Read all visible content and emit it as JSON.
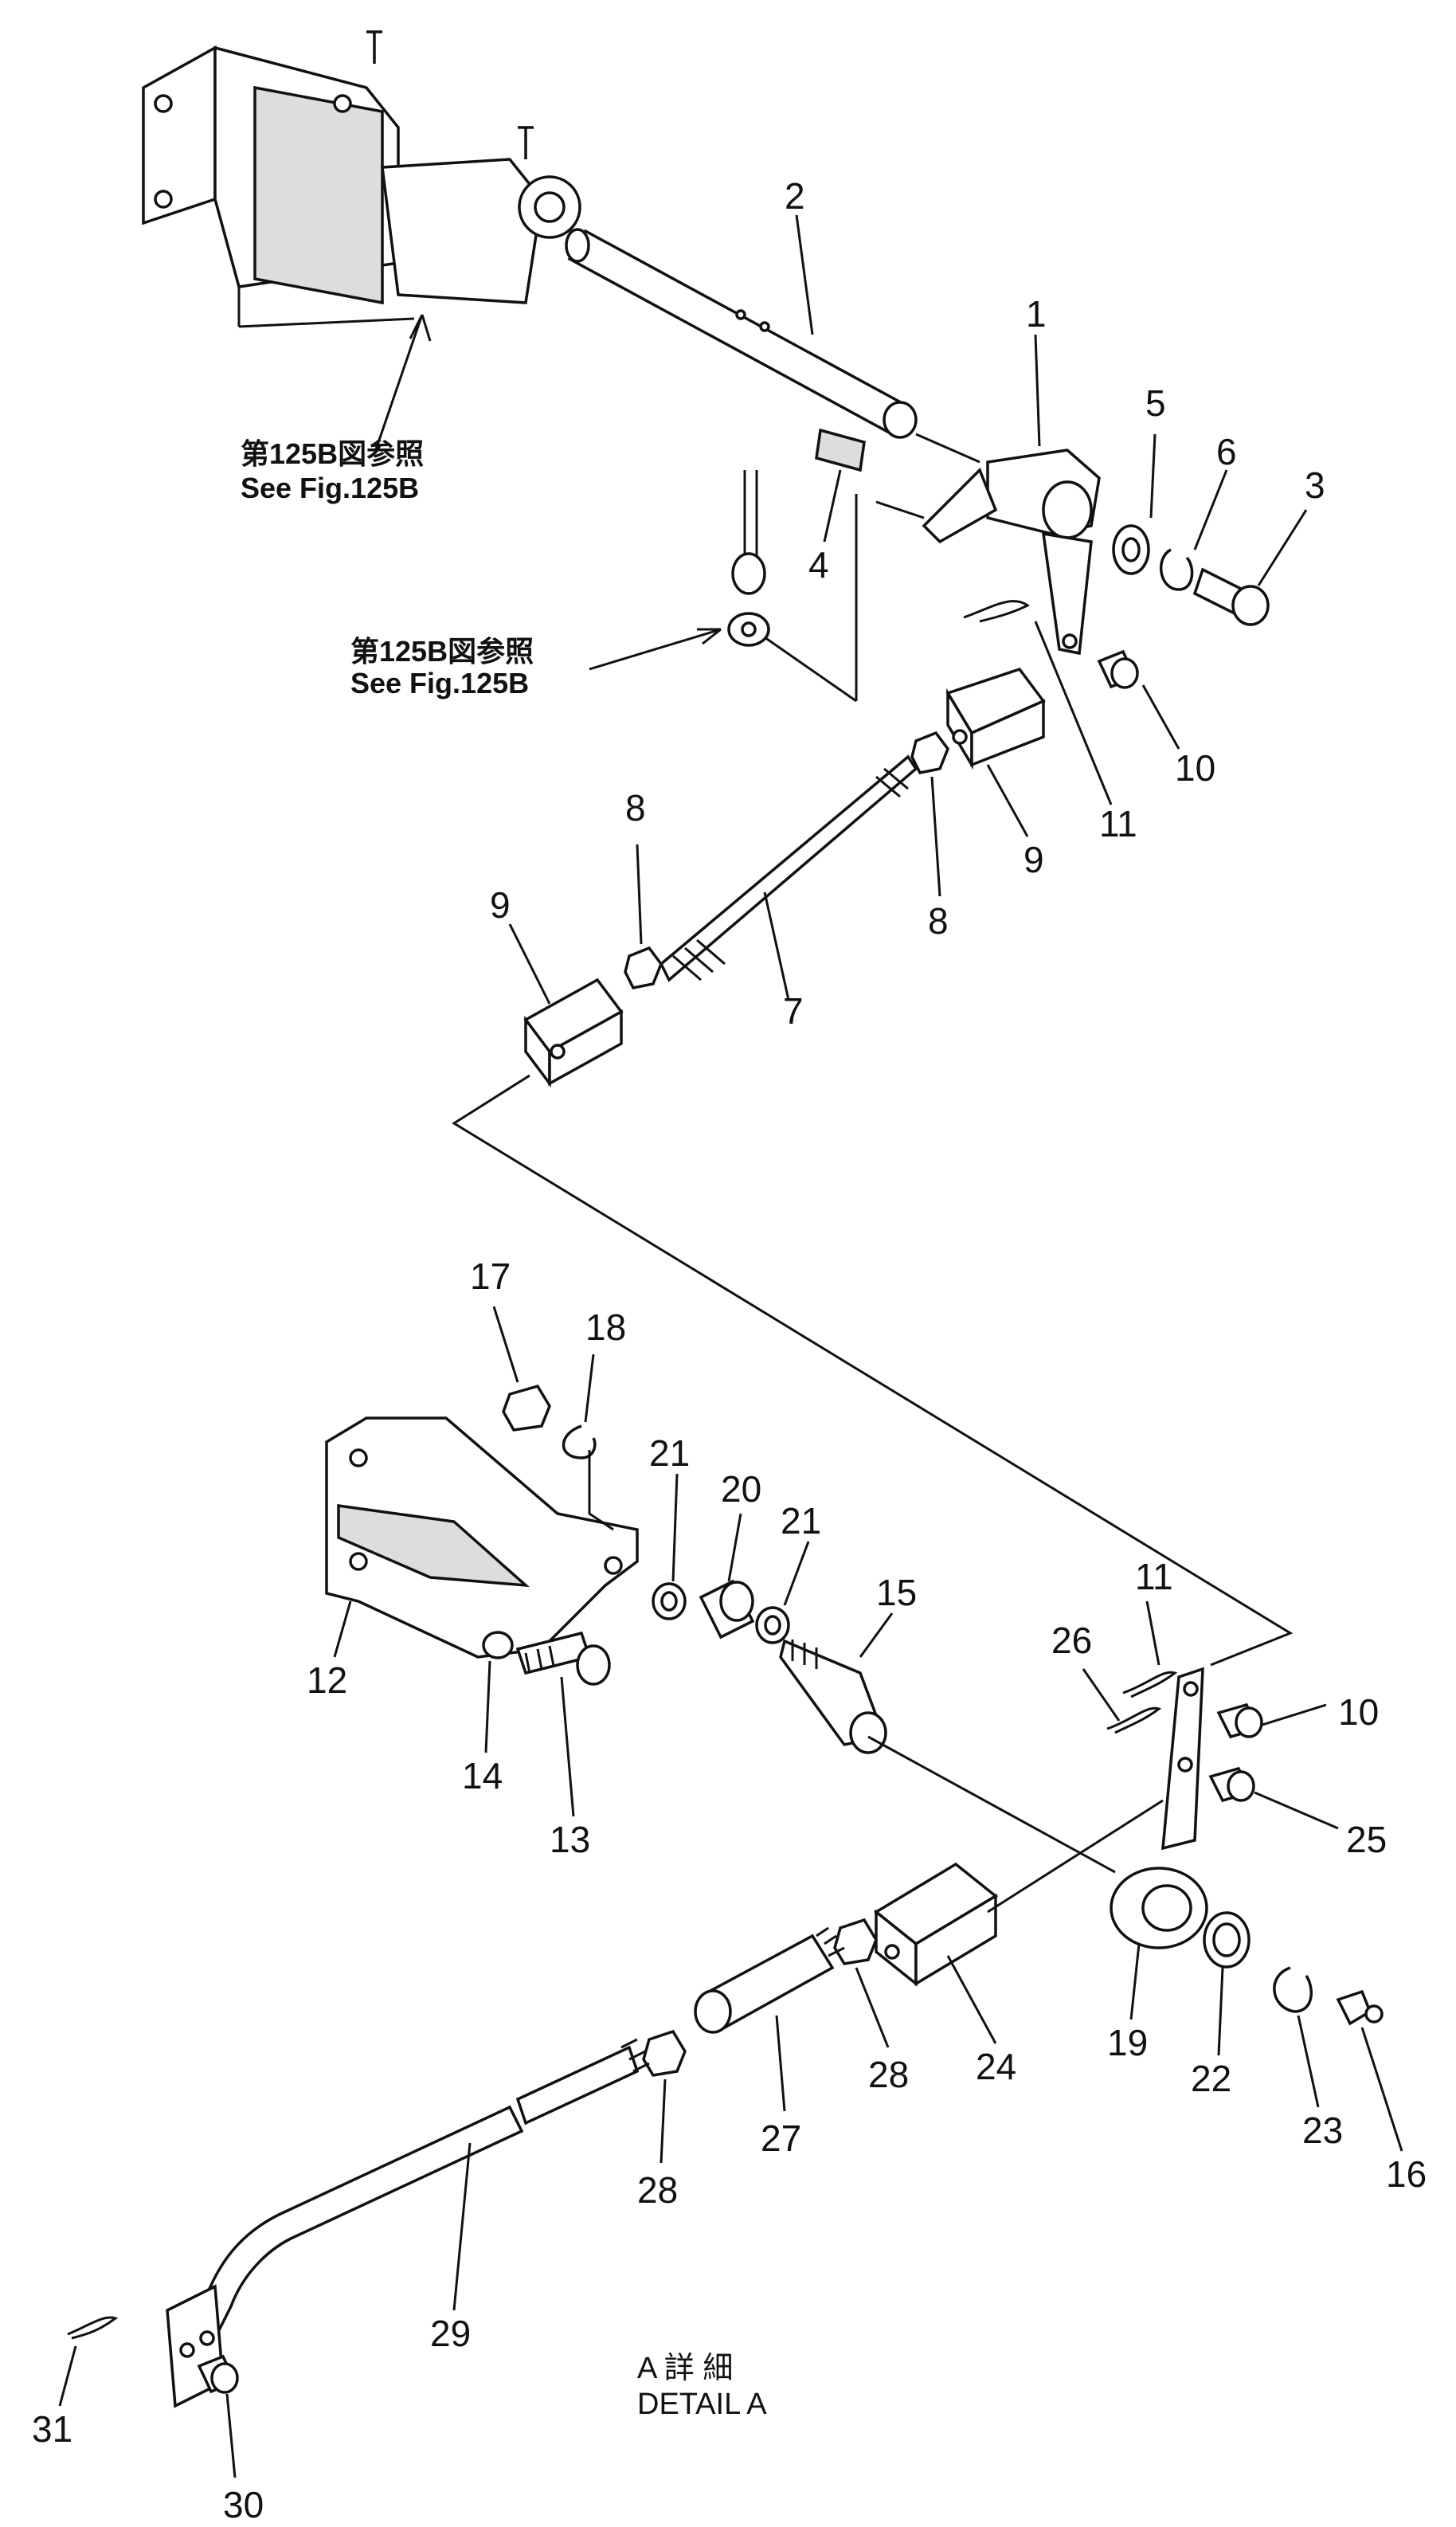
{
  "references": {
    "top": {
      "jp": "第125B図参照",
      "en": "See  Fig.125B"
    },
    "mid": {
      "jp": "第125B図参照",
      "en": "See  Fig.125B"
    }
  },
  "detail_caption": {
    "jp": "A 詳 細",
    "en": "DETAIL A"
  },
  "part_labels": [
    {
      "id": "p2",
      "text": "2"
    },
    {
      "id": "p1",
      "text": "1"
    },
    {
      "id": "p5",
      "text": "5"
    },
    {
      "id": "p6",
      "text": "6"
    },
    {
      "id": "p3",
      "text": "3"
    },
    {
      "id": "p4",
      "text": "4"
    },
    {
      "id": "p10a",
      "text": "10"
    },
    {
      "id": "p11a",
      "text": "11"
    },
    {
      "id": "p9a",
      "text": "9"
    },
    {
      "id": "p8a",
      "text": "8"
    },
    {
      "id": "p8b",
      "text": "8"
    },
    {
      "id": "p9b",
      "text": "9"
    },
    {
      "id": "p7",
      "text": "7"
    },
    {
      "id": "p17",
      "text": "17"
    },
    {
      "id": "p18",
      "text": "18"
    },
    {
      "id": "p21a",
      "text": "21"
    },
    {
      "id": "p20",
      "text": "20"
    },
    {
      "id": "p21b",
      "text": "21"
    },
    {
      "id": "p15",
      "text": "15"
    },
    {
      "id": "p11b",
      "text": "11"
    },
    {
      "id": "p26",
      "text": "26"
    },
    {
      "id": "p10b",
      "text": "10"
    },
    {
      "id": "p12",
      "text": "12"
    },
    {
      "id": "p14",
      "text": "14"
    },
    {
      "id": "p13",
      "text": "13"
    },
    {
      "id": "p25",
      "text": "25"
    },
    {
      "id": "p19",
      "text": "19"
    },
    {
      "id": "p24",
      "text": "24"
    },
    {
      "id": "p22",
      "text": "22"
    },
    {
      "id": "p23",
      "text": "23"
    },
    {
      "id": "p16",
      "text": "16"
    },
    {
      "id": "p28a",
      "text": "28"
    },
    {
      "id": "p27",
      "text": "27"
    },
    {
      "id": "p28b",
      "text": "28"
    },
    {
      "id": "p29",
      "text": "29"
    },
    {
      "id": "p31",
      "text": "31"
    },
    {
      "id": "p30",
      "text": "30"
    }
  ]
}
